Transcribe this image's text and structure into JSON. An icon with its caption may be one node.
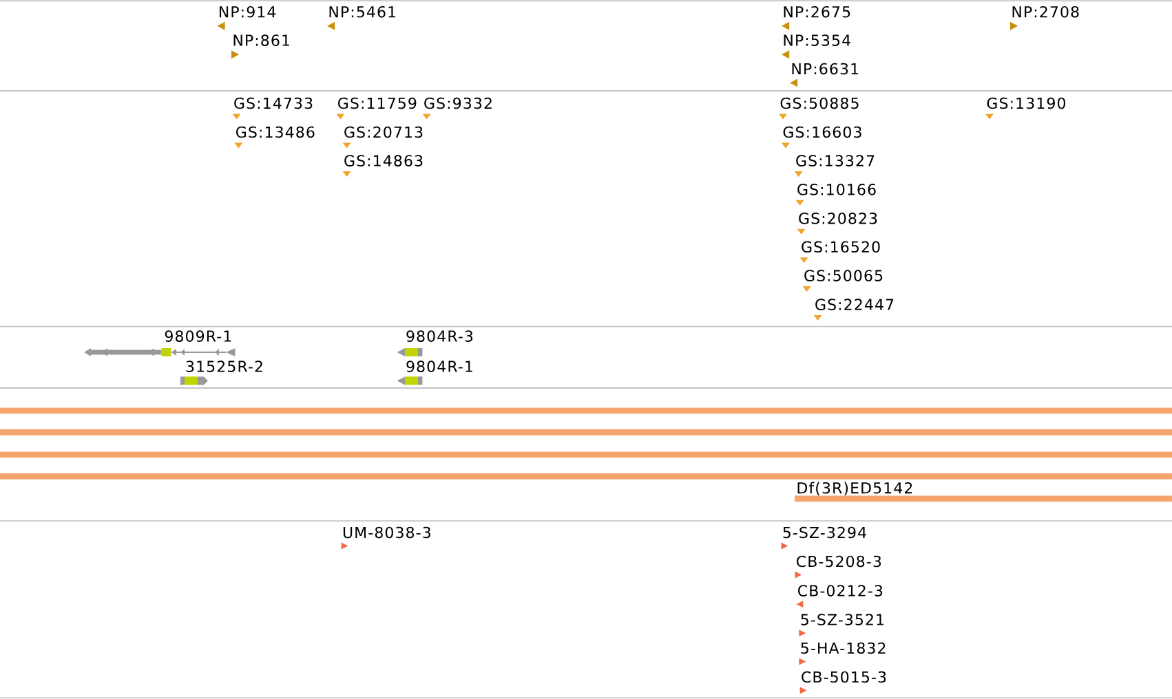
{
  "diagram": {
    "labels": [
      "NP:914",
      "NP:5461",
      "NP:2675",
      "NP:2708",
      "NP:861",
      "NP:5354",
      "NP:6631",
      "GS:14733",
      "GS:11759",
      "GS:9332",
      "GS:50885",
      "GS:13190",
      "GS:13486",
      "GS:20713",
      "GS:16603",
      "GS:14863",
      "GS:13327",
      "GS:10166",
      "GS:20823",
      "GS:16520",
      "GS:50065",
      "GS:22447",
      "9809R-1",
      "9804R-3",
      "31525R-2",
      "9804R-1",
      "Df(3R)ED5142",
      "UM-8038-3",
      "5-SZ-3294",
      "CB-5208-3",
      "CB-0212-3",
      "5-SZ-3521",
      "5-HA-1832",
      "CB-5015-3"
    ]
  }
}
